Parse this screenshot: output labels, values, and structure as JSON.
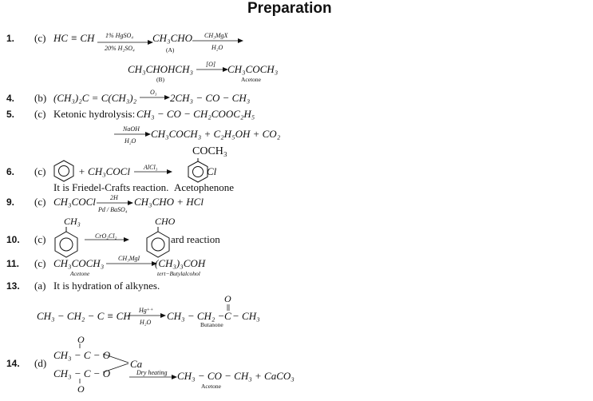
{
  "title": "Preparation",
  "q1": {
    "number": "1.",
    "option": "(c)",
    "reactant": "HC ≡ CH",
    "reagent_top": "1% HgSO₄",
    "reagent_bottom": "20% H₂SO₄",
    "product_a": "CH₃CHO",
    "label_a": "(A)",
    "reagent2_top": "CH₃MgX",
    "reagent2_bottom": "H₂O",
    "product_b": "CH₃CHOHCH₃",
    "label_b": "(B)",
    "reagent3_top": "[O]",
    "product_c": "CH₃COCH₃",
    "label_c": "Acetone"
  },
  "q4": {
    "number": "4.",
    "option": "(b)",
    "reactant": "(CH₃)₂C = C(CH₃)₂",
    "reagent_top": "O₃",
    "product": "2CH₃ − CO − CH₃"
  },
  "q5": {
    "number": "5.",
    "option": "(c)",
    "text": "Ketonic hydrolysis:",
    "reactant": "CH₃ − CO − CH₂COOC₂H₅",
    "reagent_top": "NaOH",
    "reagent_bottom": "H₂O",
    "product": "CH₃COCH₃ + C₂H₅OH + CO₂"
  },
  "q6": {
    "number": "6.",
    "option": "(c)",
    "plus_reagent": "+ CH₃COCl",
    "catalyst": "AlCl₃",
    "product_substituent": "COCH₃",
    "side_label": "Cl",
    "note": "It is Friedel-Crafts reaction.",
    "product_name": "Acetophenone"
  },
  "q9": {
    "number": "9.",
    "option": "(c)",
    "reactant": "CH₃COCl",
    "reagent_top": "2H",
    "reagent_bottom": "Pd / BaSO₄",
    "product": "CH₃CHO + HCl"
  },
  "q10": {
    "number": "10.",
    "option": "(c)",
    "reactant_substituent": "CH₃",
    "reagent_top": "CrO₂Cl₂",
    "product_substituent": "CHO",
    "text": "ard reaction"
  },
  "q11": {
    "number": "11.",
    "option": "(c)",
    "reactant": "CH₃COCH₃",
    "reactant_label": "Acetone",
    "reagent_top": "CH₃MgI",
    "product": "(CH₃)₃COH",
    "product_label": "tert−Butylalcohol"
  },
  "q13": {
    "number": "13.",
    "option": "(a)",
    "text": "It is hydration of alkynes.",
    "reactant": "CH₃ − CH₂ − C ≡ CH",
    "reagent_top": "Hg⁺⁺",
    "reagent_bottom": "H₂O",
    "product_left": "CH₃ − CH₂ −",
    "product_c": "C",
    "product_right": "− CH₃",
    "oxygen": "O",
    "product_label": "Butanone"
  },
  "q14": {
    "number": "14.",
    "option": "(d)",
    "row1": "CH₃ − C − O",
    "row2": "CH₃ − C − O",
    "oxygen_top": "O",
    "oxygen_bottom": "O",
    "metal": "Ca",
    "reagent_top": "Dry heating",
    "product": "CH₃ − CO − CH₃ + CaCO₃",
    "product_label": "Acetone"
  }
}
